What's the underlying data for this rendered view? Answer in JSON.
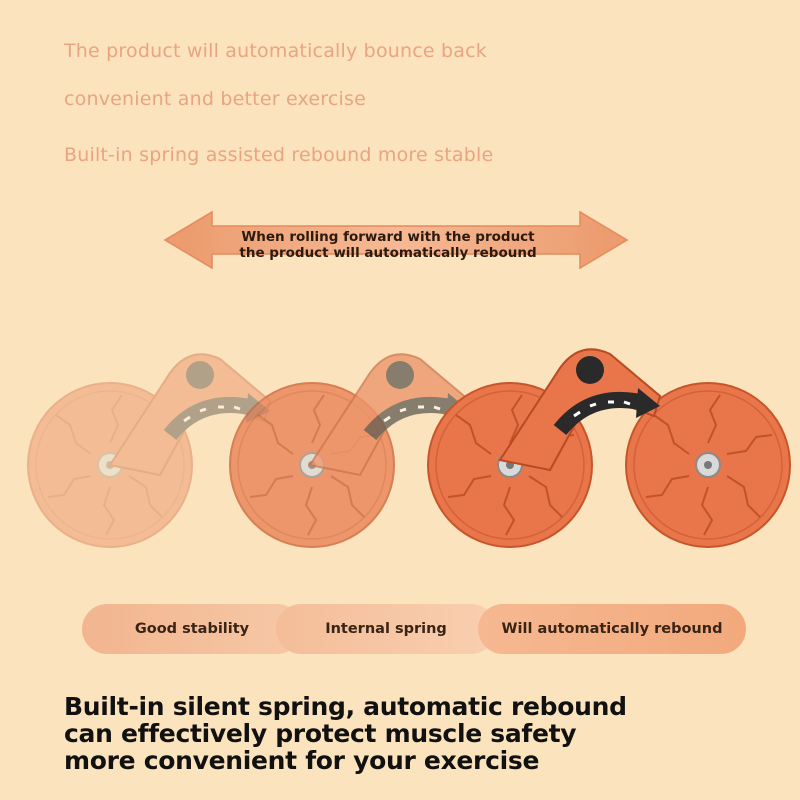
{
  "headlines": {
    "line1": "The product will automatically bounce back",
    "line2": "convenient and better exercise",
    "line3": "Built-in spring assisted rebound more stable"
  },
  "arrow_banner": {
    "line1": "When rolling forward with the product",
    "line2": "the product will automatically rebound"
  },
  "features": [
    {
      "label": "Good stability"
    },
    {
      "label": "Internal spring"
    },
    {
      "label": "Will automatically rebound"
    }
  ],
  "bottom_text": {
    "line1": "Built-in silent spring, automatic rebound",
    "line2": "can effectively protect muscle safety",
    "line3": "more convenient for your exercise"
  },
  "colors": {
    "background": "#fbe3bd",
    "accent_orange": "#e8764a",
    "headline_text": "#e9a481"
  }
}
